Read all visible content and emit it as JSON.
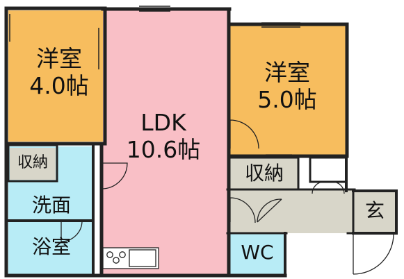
{
  "rooms": {
    "western_room_1": {
      "name": "洋室",
      "size": "4.0帖",
      "color": "#f7bd5e"
    },
    "ldk": {
      "name": "LDK",
      "size": "10.6帖",
      "color": "#f9bfc6"
    },
    "western_room_2": {
      "name": "洋室",
      "size": "5.0帖",
      "color": "#f7bd5e"
    },
    "closet_1": {
      "name": "収納",
      "color": "#d8d6c9"
    },
    "closet_2": {
      "name": "収納",
      "color": "#d8d6c9"
    },
    "washroom": {
      "name": "洗面",
      "color": "#b8ecf6"
    },
    "bathroom": {
      "name": "浴室",
      "color": "#b8ecf6"
    },
    "toilet": {
      "name": "WC",
      "color": "#b8ecf6"
    },
    "entrance": {
      "name": "玄",
      "color": "#d8d6c9"
    },
    "hallway": {
      "color": "#d8d6c9"
    }
  },
  "wall_color": "#222222"
}
